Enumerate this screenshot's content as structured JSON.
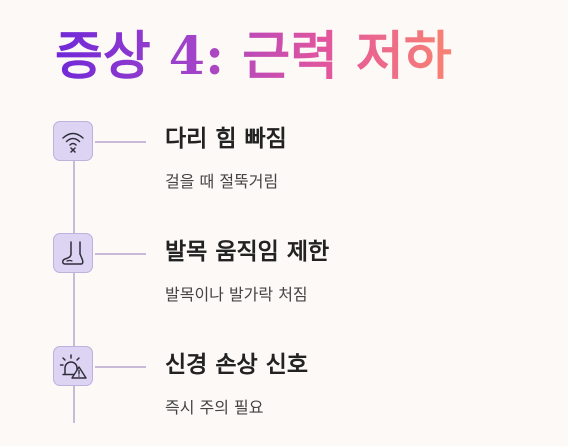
{
  "title": "증상 4: 근력 저하",
  "colors": {
    "background": "#fdf9f6",
    "title_gradient": [
      "#6f28d8",
      "#a244c9",
      "#e2559e",
      "#f88372"
    ],
    "icon_fill": "#ddd3f2",
    "line": "#c8bad8",
    "heading_text": "#222222",
    "body_text": "#444444"
  },
  "items": [
    {
      "icon": "weak-signal-icon",
      "title": "다리 힘 빠짐",
      "description": "걸을 때 절뚝거림"
    },
    {
      "icon": "foot-icon",
      "title": "발목 움직임 제한",
      "description": "발목이나 발가락 처짐"
    },
    {
      "icon": "siren-warning-icon",
      "title": "신경 손상 신호",
      "description": "즉시 주의 필요"
    }
  ]
}
